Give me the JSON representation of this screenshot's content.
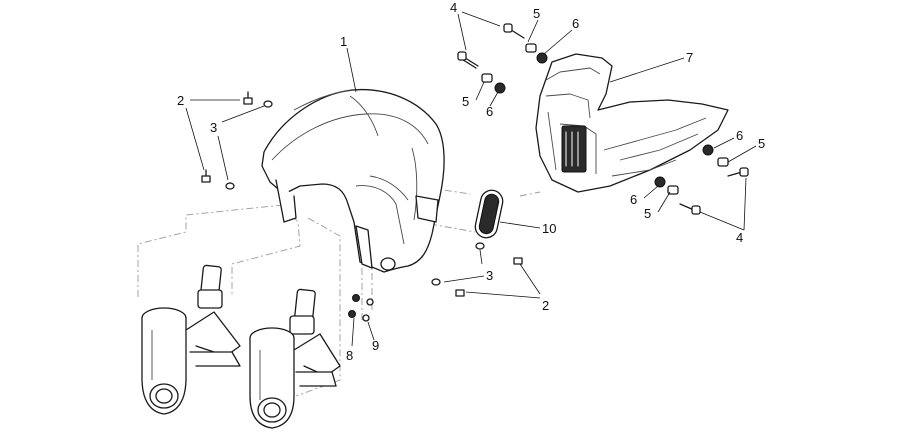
{
  "diagram": {
    "callouts": [
      {
        "id": "c1",
        "label": "1"
      },
      {
        "id": "c2a",
        "label": "2"
      },
      {
        "id": "c3a",
        "label": "3"
      },
      {
        "id": "c4a",
        "label": "4"
      },
      {
        "id": "c5a",
        "label": "5"
      },
      {
        "id": "c6a",
        "label": "6"
      },
      {
        "id": "c7",
        "label": "7"
      },
      {
        "id": "c5b",
        "label": "5"
      },
      {
        "id": "c6b",
        "label": "6"
      },
      {
        "id": "c6c",
        "label": "6"
      },
      {
        "id": "c5c",
        "label": "5"
      },
      {
        "id": "c6d",
        "label": "6"
      },
      {
        "id": "c5d",
        "label": "5"
      },
      {
        "id": "c4b",
        "label": "4"
      },
      {
        "id": "c10",
        "label": "10"
      },
      {
        "id": "c3b",
        "label": "3"
      },
      {
        "id": "c2b",
        "label": "2"
      },
      {
        "id": "c8",
        "label": "8"
      },
      {
        "id": "c9",
        "label": "9"
      }
    ]
  }
}
